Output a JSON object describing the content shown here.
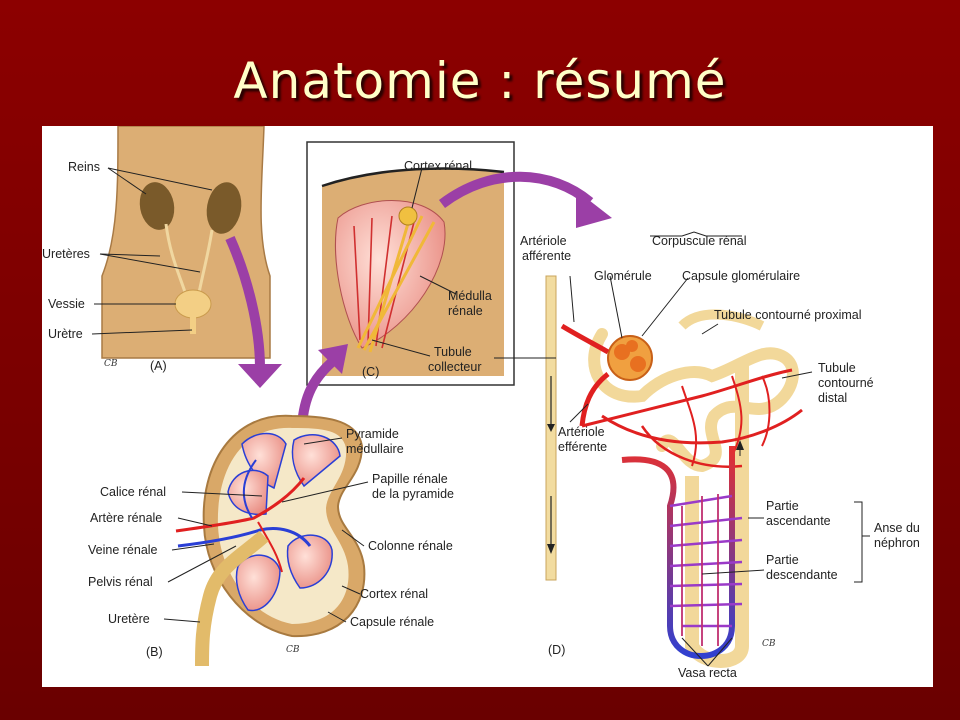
{
  "title": "Anatomie : résumé",
  "panel_a": {
    "tag": "(A)",
    "labels": {
      "kidneys": "Reins",
      "ureters": "Uretères",
      "bladder": "Vessie",
      "urethra": "Urètre"
    }
  },
  "panel_b": {
    "tag": "(B)",
    "labels": {
      "pyramid": "Pyramide",
      "pyramid2": "médullaire",
      "papilla": "Papille rénale",
      "papilla2": "de la pyramide",
      "calyx": "Calice rénal",
      "artery": "Artère rénale",
      "vein": "Veine rénale",
      "pelvis": "Pelvis rénal",
      "column": "Colonne rénale",
      "cortex": "Cortex rénal",
      "capsule": "Capsule rénale",
      "ureter": "Uretère"
    }
  },
  "panel_c": {
    "tag": "(C)",
    "labels": {
      "cortex": "Cortex rénal",
      "medulla": "Médulla",
      "medulla2": "rénale",
      "tubule": "Tubule",
      "tubule2": "collecteur"
    }
  },
  "panel_d": {
    "tag": "(D)",
    "labels": {
      "afferent": "Artériole",
      "afferent2": "afférente",
      "corpuscle": "Corpuscule rénal",
      "glomerulus": "Glomérule",
      "capsule": "Capsule glomérulaire",
      "proximal": "Tubule contourné proximal",
      "distal": "Tubule",
      "distal2": "contourné",
      "distal3": "distal",
      "efferent": "Artériole",
      "efferent2": "efférente",
      "ascending": "Partie",
      "ascending2": "ascendante",
      "descending": "Partie",
      "descending2": "descendante",
      "loop": "Anse du",
      "loop2": "néphron",
      "vasa": "Vasa recta"
    }
  },
  "colors": {
    "background": "#8c0000",
    "title": "#ffffc8",
    "arrow": "#9b3fa6",
    "tissue": "#d9a868",
    "artery": "#e02020",
    "vein": "#2a3fd6"
  }
}
